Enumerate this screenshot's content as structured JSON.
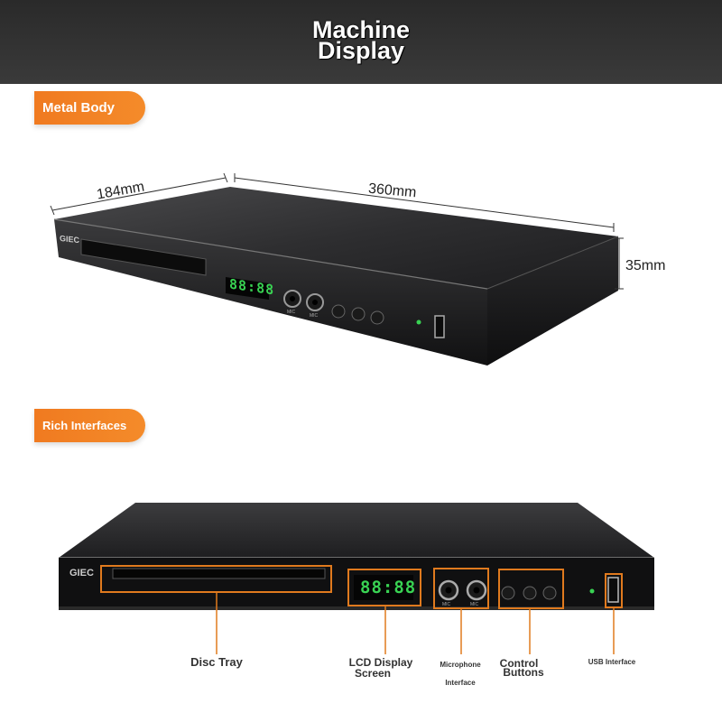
{
  "header": {
    "title_line1": "Machine",
    "title_line2": "Display"
  },
  "sections": {
    "metal_body": "Metal Body",
    "rich_interfaces": "Rich Interfaces"
  },
  "dimensions": {
    "depth": "184mm",
    "width": "360mm",
    "height": "35mm"
  },
  "device": {
    "brand": "GIEC",
    "display_time": "88:88",
    "mic_label": "MIC",
    "led_color": "#39d353"
  },
  "callouts": {
    "disc_tray": "Disc Tray",
    "lcd_line1": "LCD Display",
    "lcd_line2": "Screen",
    "mic_line1": "Microphone",
    "mic_line2": "Interface",
    "ctrl_line1": "Control",
    "ctrl_line2": "Buttons",
    "usb": "USB Interface"
  },
  "colors": {
    "accent": "#f07a20",
    "highlight": "#e07a1e"
  }
}
